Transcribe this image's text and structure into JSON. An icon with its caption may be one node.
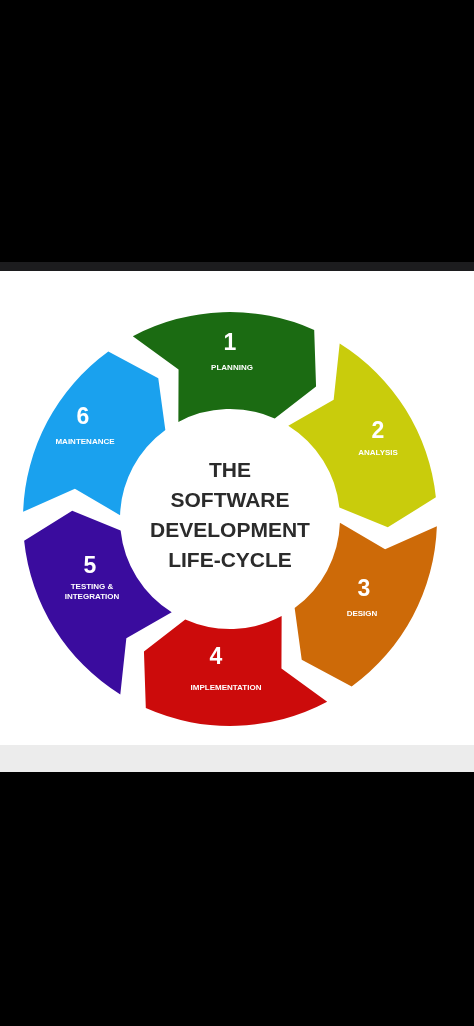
{
  "diagram": {
    "nodes": [
      {
        "text": [
          "THE SOFTWARE DEVELOPMENT LIFE-CYCLE"
        ]
      },
      {
        "text": [
          "1",
          "PLANNING"
        ]
      },
      {
        "text": [
          "2",
          "ANALYSIS"
        ]
      },
      {
        "text": [
          "3",
          "DESIGN"
        ]
      },
      {
        "text": [
          "4",
          "IMPLEMENTATION"
        ]
      },
      {
        "text": [
          "5",
          "TESTING & INTEGRATION"
        ]
      },
      {
        "text": [
          "6",
          "MAINTENANCE"
        ]
      }
    ]
  }
}
